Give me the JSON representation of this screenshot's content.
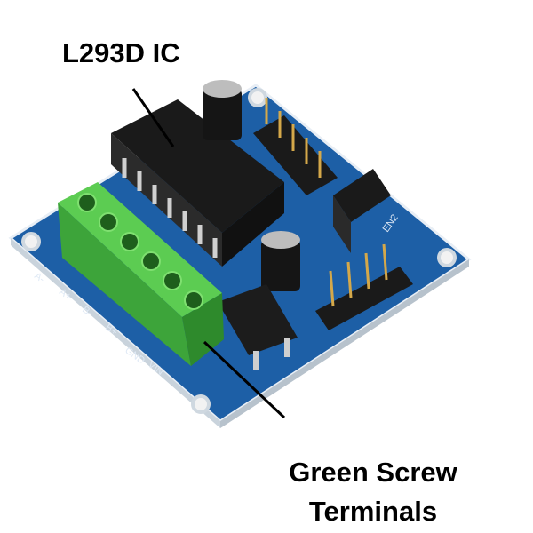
{
  "labels": {
    "ic": "L293D IC",
    "terminals_line1": "Green Screw",
    "terminals_line2": "Terminals"
  },
  "silkscreen": [
    "A-",
    "A+",
    "B-",
    "B+",
    "GND",
    "VIN",
    "EN2"
  ],
  "colors": {
    "board": "#1d5fa6",
    "terminal": "#4cbf4a",
    "ic": "#1a1a1a"
  }
}
